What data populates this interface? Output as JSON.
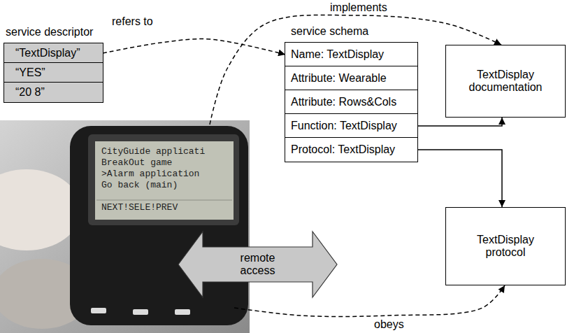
{
  "diagram": {
    "nodes": [
      {
        "text": [
          "service descriptor"
        ]
      },
      {
        "text": [
          "“TextDisplay”"
        ],
        "in": 0
      },
      {
        "text": [
          "“YES”"
        ],
        "in": 0
      },
      {
        "text": [
          "“20 8”"
        ],
        "in": 0
      },
      {
        "text": [
          "service schema"
        ]
      },
      {
        "text": [
          "Name: TextDisplay"
        ],
        "in": 4
      },
      {
        "text": [
          "Attribute: Wearable"
        ],
        "in": 4
      },
      {
        "text": [
          "Attribute: Rows&Cols"
        ],
        "in": 4
      },
      {
        "text": [
          "Function: TextDisplay"
        ],
        "in": 4
      },
      {
        "text": [
          "Protocol: TextDisplay"
        ],
        "in": 4
      },
      {
        "text": [
          "TextDisplay documentation"
        ]
      },
      {
        "text": [
          "TextDisplay protocol"
        ]
      },
      {
        "text": [
          "CityGuide applicati",
          "BreakOut game",
          ">Alarm application",
          "Go back (main)",
          "NEXT!SELE!PREV"
        ]
      }
    ],
    "edges": [
      {
        "from": 1,
        "to": 5,
        "label": "refers to",
        "arrow": "to"
      },
      {
        "from": 12,
        "to": 10,
        "label": "implements",
        "arrow": "to"
      },
      {
        "from": 12,
        "to": 4,
        "label": "remote access",
        "arrow": "both"
      },
      {
        "from": 12,
        "to": 11,
        "label": "obeys",
        "arrow": "to"
      },
      {
        "from": 8,
        "to": 10,
        "arrow": "to"
      },
      {
        "from": 9,
        "to": 11,
        "arrow": "to"
      }
    ]
  }
}
